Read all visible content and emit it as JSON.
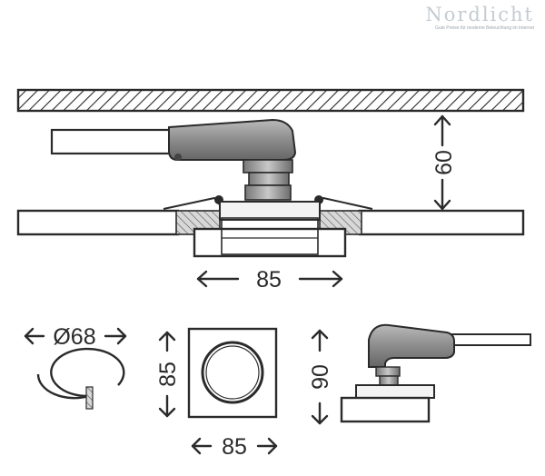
{
  "brand": {
    "name": "Nordlicht",
    "tagline": "Gute Preise für moderne Beleuchtung im Internet"
  },
  "dimensions": {
    "install_depth": "60",
    "cutout_width_side": "85",
    "cutout_diameter": "Ø68",
    "front_height": "85",
    "front_width": "85",
    "total_height": "90"
  },
  "colors": {
    "ink": "#2a2a2a",
    "body_gray": "#8a8a8a",
    "brand_gray": "#c4ccd2"
  }
}
